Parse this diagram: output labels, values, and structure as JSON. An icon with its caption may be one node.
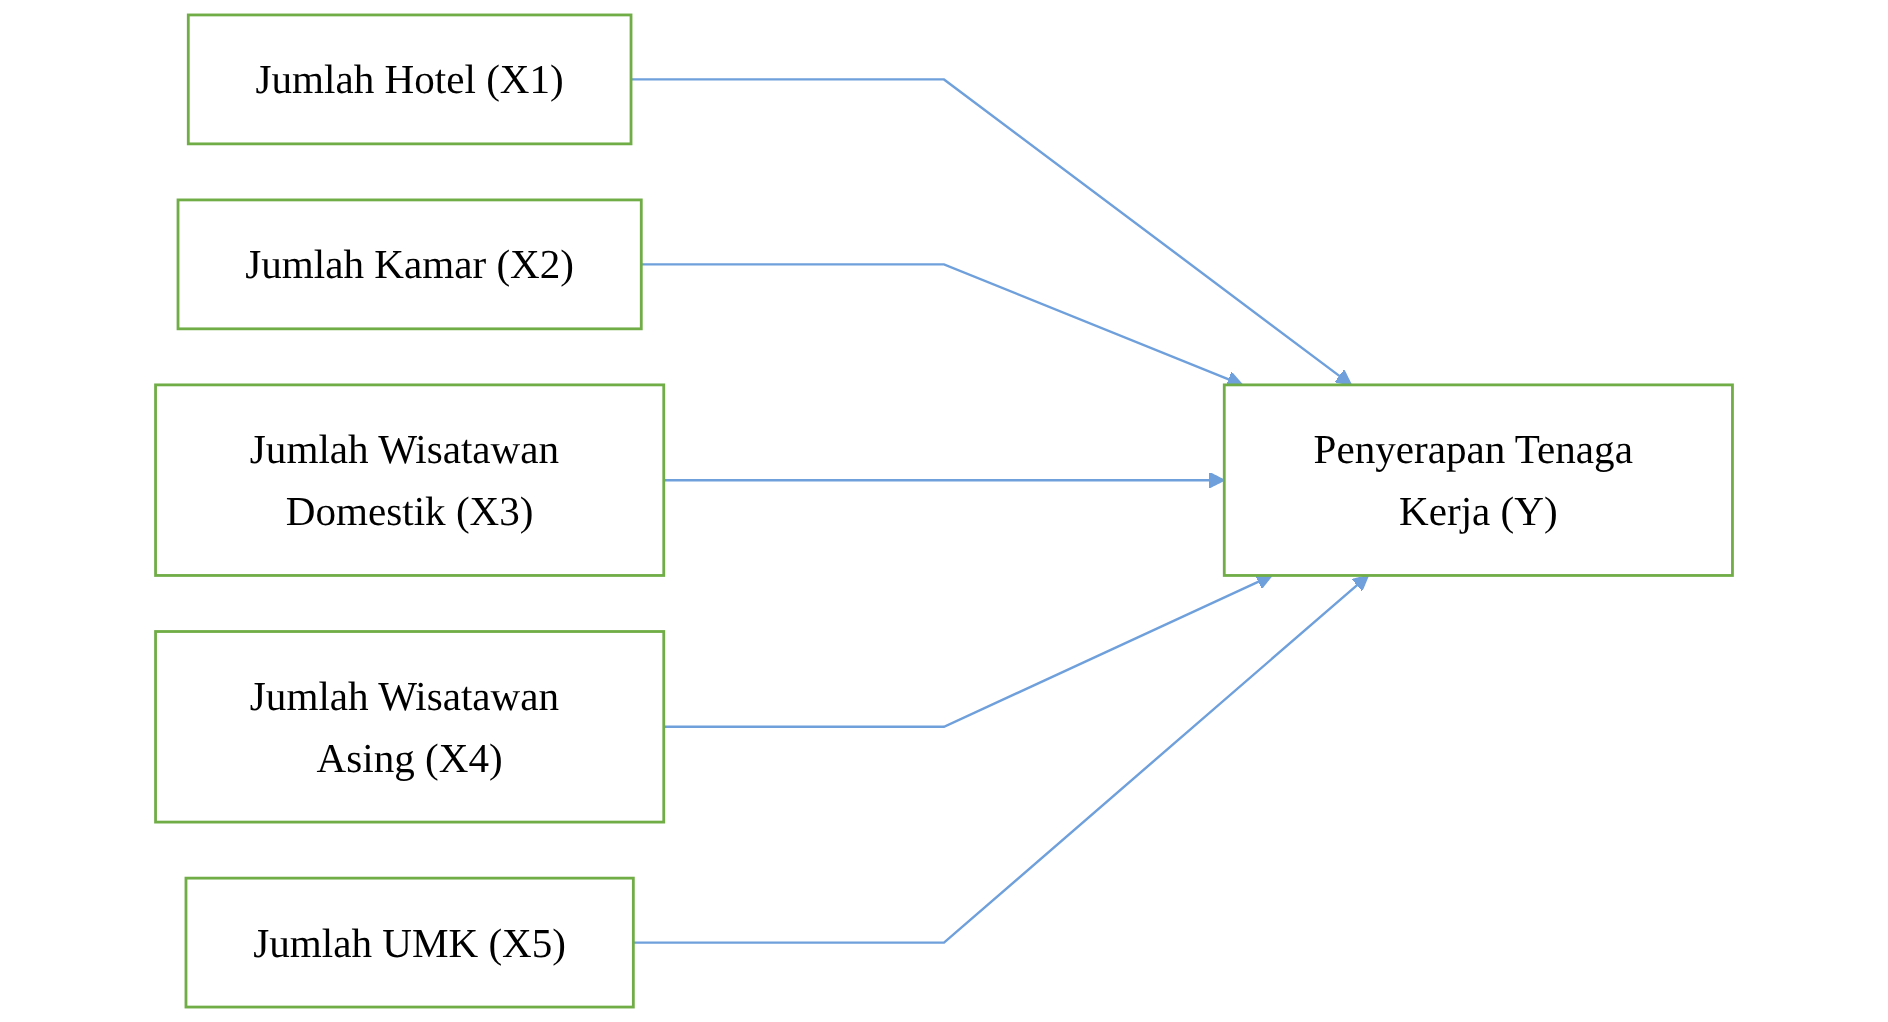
{
  "diagram": {
    "nodes": [
      {
        "text": [
          "Jumlah Hotel (X1)"
        ]
      },
      {
        "text": [
          "Jumlah Kamar (X2)"
        ]
      },
      {
        "text": [
          "Jumlah Wisatawan Domestik (X3)"
        ]
      },
      {
        "text": [
          "Jumlah Wisatawan Asing (X4)"
        ]
      },
      {
        "text": [
          "Jumlah UMK (X5)"
        ]
      },
      {
        "text": [
          "Penyerapan Tenaga Kerja (Y)"
        ]
      }
    ],
    "edges": [
      {
        "from": 0,
        "to": 5,
        "arrow": "to"
      },
      {
        "from": 1,
        "to": 5,
        "arrow": "to"
      },
      {
        "from": 2,
        "to": 5,
        "arrow": "to"
      },
      {
        "from": 3,
        "to": 5,
        "arrow": "to"
      },
      {
        "from": 4,
        "to": 5,
        "arrow": "to"
      }
    ]
  }
}
